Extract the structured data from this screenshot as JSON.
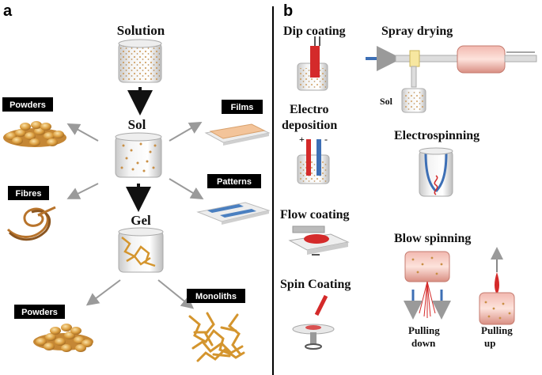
{
  "panels": {
    "a": "a",
    "b": "b"
  },
  "panel_a": {
    "solution": "Solution",
    "sol": "Sol",
    "gel": "Gel",
    "powders_top": "Powders",
    "fibres": "Fibres",
    "films": "Films",
    "patterns": "Patterns",
    "powders_bottom": "Powders",
    "monoliths": "Monoliths"
  },
  "panel_b": {
    "dip_coating": "Dip coating",
    "spray_drying": "Spray drying",
    "sol": "Sol",
    "electro_line1": "Electro",
    "electro_line2": "deposition",
    "plus": "+",
    "minus": "-",
    "electrospinning": "Electrospinning",
    "flow_coating": "Flow coating",
    "blow_spinning": "Blow spinning",
    "spin_coating": "Spin Coating",
    "pulling_down_1": "Pulling",
    "pulling_down_2": "down",
    "pulling_up_1": "Pulling",
    "pulling_up_2": "up"
  },
  "colors": {
    "accent_red": "#d42a2a",
    "particle": "#d9a45a",
    "tag_bg": "#000000",
    "arrow_gray": "#9a9a9a",
    "divider": "#000000"
  }
}
